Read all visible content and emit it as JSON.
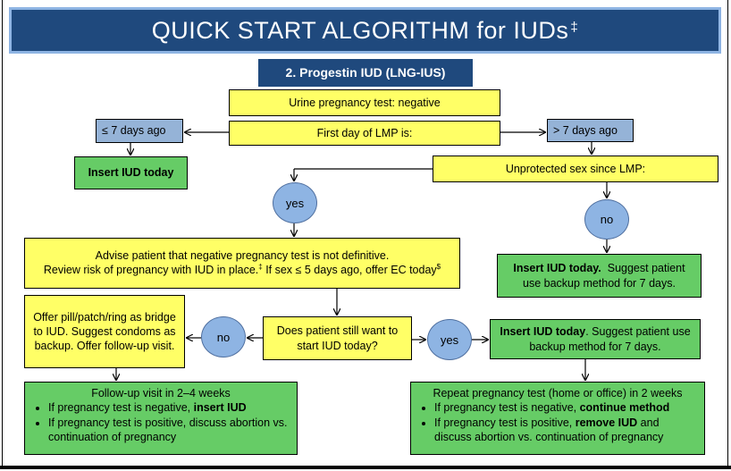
{
  "header": {
    "title": "QUICK START ALGORITHM for IUDs",
    "title_mark": "‡"
  },
  "section": {
    "label": "2. Progestin IUD (LNG-IUS)"
  },
  "urine_test": "Urine pregnancy test: negative",
  "lmp": "First day of LMP is:",
  "le7": "≤ 7 days ago",
  "gt7": "> 7 days ago",
  "insert_today": "Insert IUD today",
  "unprotected": "Unprotected sex since LMP:",
  "yes1": "yes",
  "no1": "no",
  "advise": {
    "line1": "Advise patient that negative pregnancy test is not definitive.",
    "line2a": "Review risk of pregnancy with IUD in place.",
    "mark1": "‡",
    "line2b": " If sex ≤ 5 days ago, offer EC today",
    "mark2": "$"
  },
  "insert_backup_right": {
    "bold": "Insert IUD today.",
    "rest": "  Suggest patient use backup method for 7 days."
  },
  "offer_pill": "Offer pill/patch/ring as bridge to IUD. Suggest condoms as backup. Offer follow-up visit.",
  "no2": "no",
  "still_want": "Does patient still want to start IUD today?",
  "yes2": "yes",
  "insert_backup_mid": {
    "bold": "Insert IUD today",
    "rest": ". Suggest patient use backup method for 7 days."
  },
  "followup": {
    "title": "Follow-up visit in 2–4 weeks",
    "b1_text": "If pregnancy test is negative, ",
    "b1_bold": "insert IUD",
    "b2_text": "If pregnancy test is positive, discuss abortion vs. continuation of pregnancy"
  },
  "repeat": {
    "title": "Repeat pregnancy test (home or office) in 2 weeks",
    "b1_text": "If pregnancy test is negative, ",
    "b1_bold": "continue method",
    "b2_text": "If pregnancy test is positive, ",
    "b2_bold": "remove IUD",
    "b2_rest": " and discuss abortion vs. continuation of pregnancy"
  }
}
